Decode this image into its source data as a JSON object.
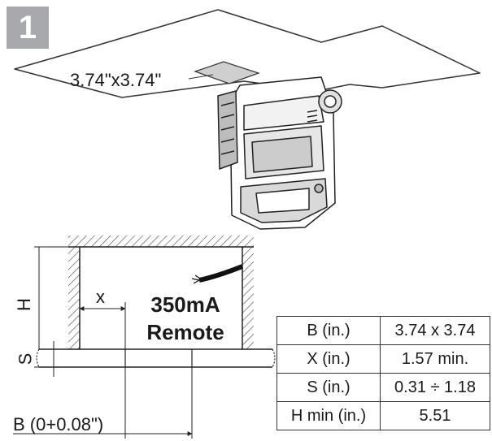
{
  "step_number": "1",
  "cutout_label": "3.74\"x3.74\"",
  "dimension_labels": {
    "h": "H",
    "x": "x",
    "s": "S",
    "b": "B (0+0.08\")"
  },
  "device_text": {
    "line1": "350mA",
    "line2": "Remote"
  },
  "spec_table": [
    {
      "param": "B (in.)",
      "value": "3.74 x 3.74"
    },
    {
      "param": "X (in.)",
      "value": "1.57 min."
    },
    {
      "param": "S (in.)",
      "value": "0.31 ÷ 1.18"
    },
    {
      "param": "H min (in.)",
      "value": "5.51"
    }
  ]
}
